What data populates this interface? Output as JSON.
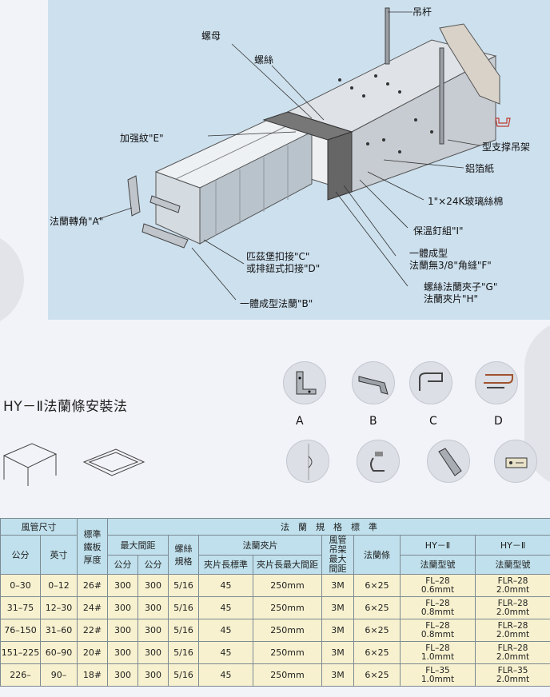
{
  "diagram": {
    "labels": {
      "hanger_rod": "吊杆",
      "nut": "螺母",
      "bolt": "螺絲",
      "reinforce": "加强紋\"E\"",
      "support": "型支撑吊架",
      "foil": "鋁箔紙",
      "glass_wool": "1\"×24K玻璃絲棉",
      "pins": "保溫釘組\"I\"",
      "corner": "法蘭轉角\"A\"",
      "pittsburgh_1": "匹茲堡扣接\"C\"",
      "pittsburgh_2": "或排鈕式扣接\"D\"",
      "integral_flange_1": "一體成型",
      "integral_flange_2": "法蘭無3/8\"角縫\"F\"",
      "clamp_1": "螺絲法蘭夾子\"G\"",
      "clamp_2": "法蘭夾片\"H\"",
      "flange_b": "一體成型法蘭\"B\""
    }
  },
  "section_title": "HY－Ⅱ法蘭條安裝法",
  "components": [
    "A",
    "B",
    "C",
    "D"
  ],
  "table": {
    "h_size": "風管尺寸",
    "h_thickness": "標準鐵板厚度",
    "h_spec": "法　蘭　規　格　標　準",
    "h_metric": "公分",
    "h_inch": "英寸",
    "h_max_spacing": "最大間距",
    "h_spacing_1": "公分",
    "h_spacing_2": "公分",
    "h_bolt": "螺絲規格",
    "h_clip": "法蘭夾片",
    "h_clip_std": "夾片長標準",
    "h_clip_max": "夾片長最大間距",
    "h_hanger": "風管吊架最大間距",
    "h_flange_bar": "法蘭條",
    "h_hy1": "HY－Ⅱ",
    "h_hy1_model": "法蘭型號",
    "h_hy2": "HY－Ⅱ",
    "h_hy2_model": "法蘭型號",
    "rows": [
      {
        "cm": "0–30",
        "inch": "0–12",
        "thk": "26#",
        "s1": "300",
        "s2": "300",
        "bolt": "5/16",
        "clip": "45",
        "clipmax": "250mm",
        "hanger": "3M",
        "bar": "6×25",
        "m1a": "FL–28",
        "m1b": "0.6mmt",
        "m2a": "FLR–28",
        "m2b": "2.0mmt"
      },
      {
        "cm": "31–75",
        "inch": "12–30",
        "thk": "24#",
        "s1": "300",
        "s2": "300",
        "bolt": "5/16",
        "clip": "45",
        "clipmax": "250mm",
        "hanger": "3M",
        "bar": "6×25",
        "m1a": "FL–28",
        "m1b": "0.8mmt",
        "m2a": "FLR–28",
        "m2b": "2.0mmt"
      },
      {
        "cm": "76–150",
        "inch": "31–60",
        "thk": "22#",
        "s1": "300",
        "s2": "300",
        "bolt": "5/16",
        "clip": "45",
        "clipmax": "250mm",
        "hanger": "3M",
        "bar": "6×25",
        "m1a": "FL–28",
        "m1b": "0.8mmt",
        "m2a": "FLR–28",
        "m2b": "2.0mmt"
      },
      {
        "cm": "151–225",
        "inch": "60–90",
        "thk": "20#",
        "s1": "300",
        "s2": "300",
        "bolt": "5/16",
        "clip": "45",
        "clipmax": "250mm",
        "hanger": "3M",
        "bar": "6×25",
        "m1a": "FL–28",
        "m1b": "1.0mmt",
        "m2a": "FLR–28",
        "m2b": "2.0mmt"
      },
      {
        "cm": "226–",
        "inch": "90–",
        "thk": "18#",
        "s1": "300",
        "s2": "300",
        "bolt": "5/16",
        "clip": "45",
        "clipmax": "250mm",
        "hanger": "3M",
        "bar": "6×25",
        "m1a": "FL–35",
        "m1b": "1.0mmt",
        "m2a": "FLR–35",
        "m2b": "2.0mmt"
      }
    ]
  }
}
